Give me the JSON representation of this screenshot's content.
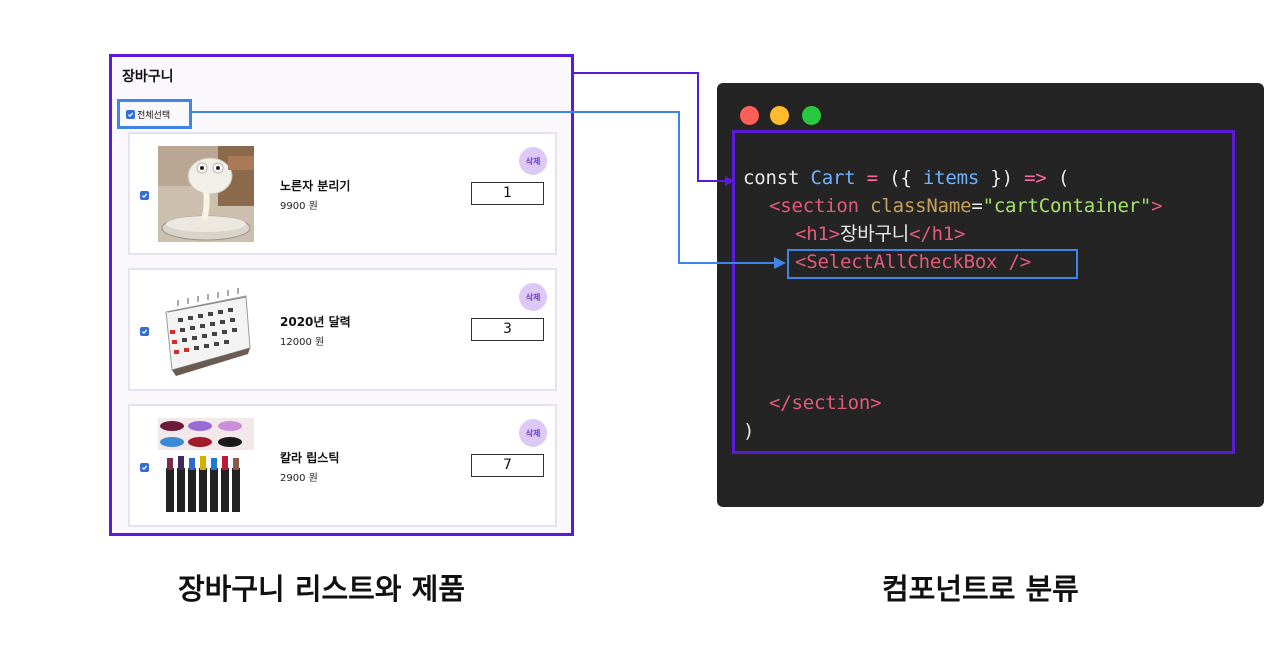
{
  "cart": {
    "title": "장바구니",
    "select_all_label": "전체선택",
    "select_all_checked": true,
    "items": [
      {
        "name": "노른자 분리기",
        "price": "9900 원",
        "quantity": "1",
        "delete_label": "삭제",
        "checked": true,
        "image": "egg-separator-photo"
      },
      {
        "name": "2020년 달력",
        "price": "12000 원",
        "quantity": "3",
        "delete_label": "삭제",
        "checked": true,
        "image": "desk-calendar-photo"
      },
      {
        "name": "칼라 립스틱",
        "price": "2900 원",
        "quantity": "7",
        "delete_label": "삭제",
        "checked": true,
        "image": "lipstick-set-photo"
      }
    ]
  },
  "code": {
    "line1": {
      "const": "const",
      "name": "Cart",
      "eq": "=",
      "open": "({",
      "param": "items",
      "close": "})",
      "arrow": "=>",
      "paren": "("
    },
    "line2": {
      "open": "<section",
      "attr": "className",
      "eq": "=",
      "value": "\"cartContainer\"",
      "close": ">"
    },
    "line3": {
      "open": "<h1>",
      "text": "장바구니",
      "close": "</h1>"
    },
    "line4": {
      "component": "<SelectAllCheckBox />"
    },
    "line5": {
      "close": "</section>"
    },
    "line6": {
      "paren": ")"
    }
  },
  "captions": {
    "left": "장바구니 리스트와 제품",
    "right": "컴포넌트로 분류"
  },
  "colors": {
    "cart_frame": "#5b1bd6",
    "select_all_frame": "#3d86e8",
    "code_background": "#242424",
    "delete_badge": "#dcc9f5"
  }
}
